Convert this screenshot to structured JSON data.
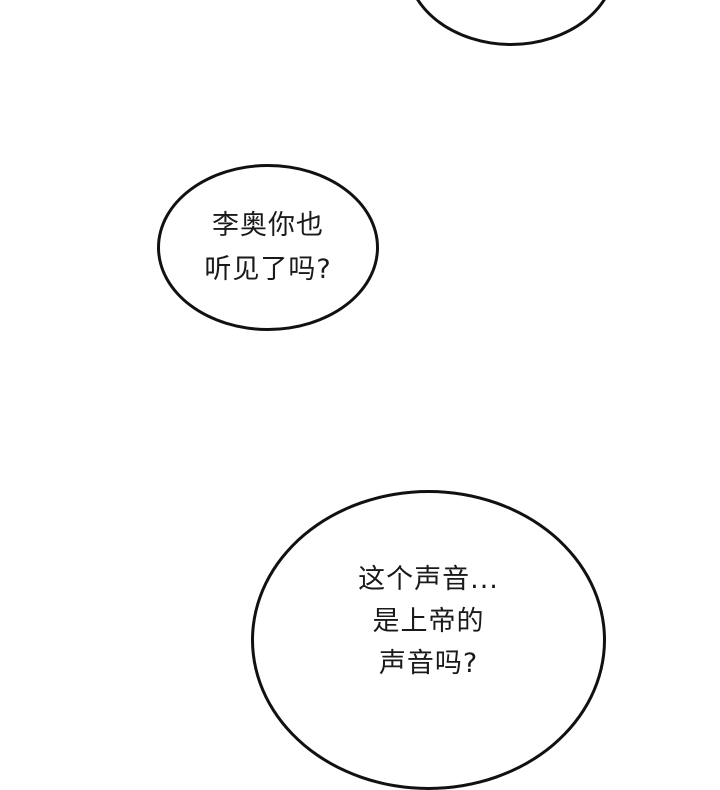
{
  "panel": {
    "background": "#ffffff",
    "bubbles": [
      {
        "id": "top",
        "lines": []
      },
      {
        "id": "middle",
        "lines": [
          "李奥你也",
          "听见了吗?"
        ]
      },
      {
        "id": "bottom",
        "lines": [
          "这个声音...",
          "是上帝的",
          "声音吗?"
        ]
      }
    ]
  }
}
